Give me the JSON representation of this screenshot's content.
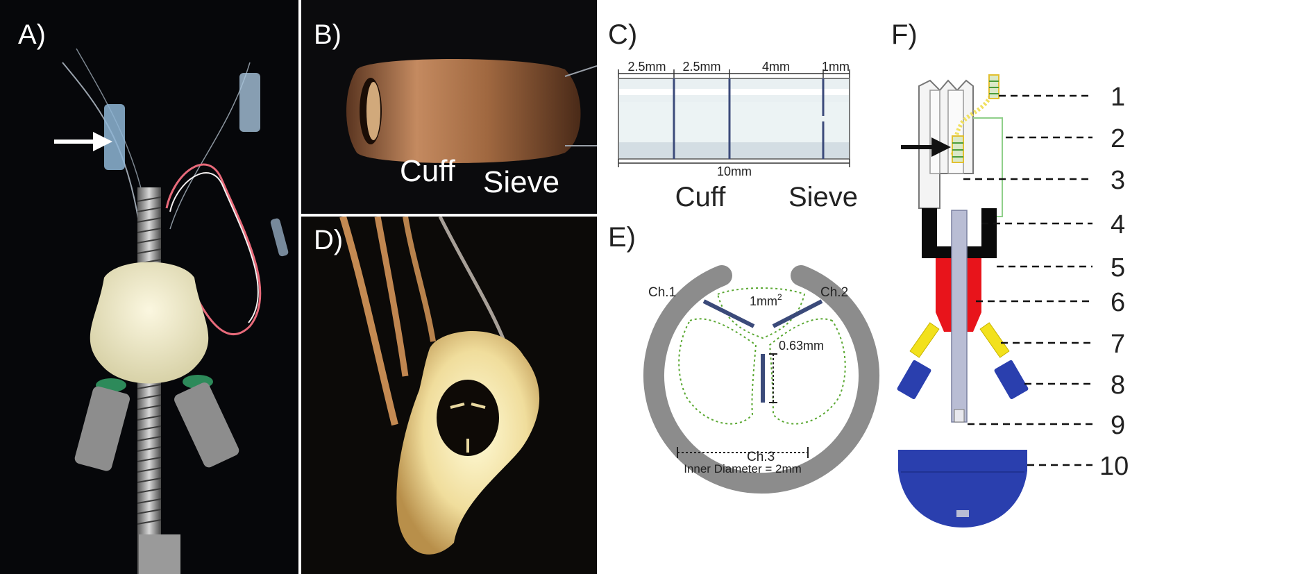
{
  "panels": {
    "A": {
      "label": "A)"
    },
    "B": {
      "label": "B)",
      "cuff_label": "Cuff",
      "sieve_label": "Sieve"
    },
    "C": {
      "label": "C)",
      "segments": [
        "2.5mm",
        "2.5mm",
        "4mm",
        "1mm"
      ],
      "total": "10mm",
      "cuff_label": "Cuff",
      "sieve_label": "Sieve"
    },
    "D": {
      "label": "D)"
    },
    "E": {
      "label": "E)",
      "ch1": "Ch.1",
      "ch2": "Ch.2",
      "ch3": "Ch.3",
      "area": "1mm",
      "area_sup": "2",
      "spacing": "0.63mm",
      "diameter": "Inner Diameter = 2mm"
    },
    "F": {
      "label": "F)",
      "callouts": [
        "1",
        "2",
        "3",
        "4",
        "5",
        "6",
        "7",
        "8",
        "9",
        "10"
      ]
    }
  },
  "colors": {
    "electrode_blue": "#3b4a7a",
    "cuff_gray": "#8c8c8c",
    "green_dotted": "#5aa832",
    "red": "#e8141b",
    "yellow": "#f2e11c",
    "blue_cap": "#2a3fae"
  }
}
